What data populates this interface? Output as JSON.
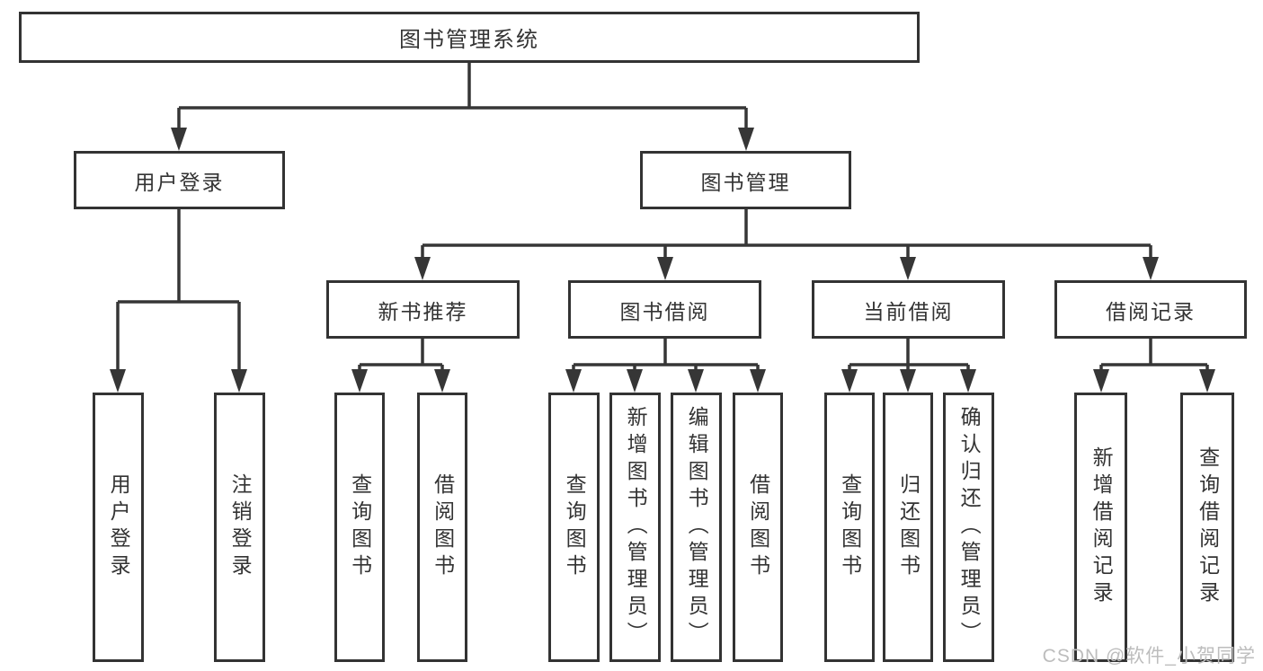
{
  "diagram_title": "图书管理系统",
  "watermark": "CSDN @软件_小贺同学",
  "colors": {
    "line": "#363636",
    "text": "#333333",
    "watermark": "#bdbdbd",
    "background": "#ffffff"
  },
  "nodes": {
    "root": "图书管理系统",
    "user_login": "用户登录",
    "book_management": "图书管理",
    "new_book_recommend": "新书推荐",
    "book_borrowing": "图书借阅",
    "current_borrowing": "当前借阅",
    "borrowing_records": "借阅记录",
    "leaves": {
      "user_login": "用户登录",
      "logout": "注销登录",
      "query_books_recommend": "查询图书",
      "borrow_books_recommend": "借阅图书",
      "query_books_borrowing": "查询图书",
      "add_books_admin": "新增图书（管理员）",
      "edit_books_admin": "编辑图书（管理员）",
      "borrow_books": "借阅图书",
      "query_books_current": "查询图书",
      "return_books": "归还图书",
      "confirm_return_admin": "确认归还（管理员）",
      "add_borrow_record": "新增借阅记录",
      "query_borrow_record": "查询借阅记录"
    }
  }
}
